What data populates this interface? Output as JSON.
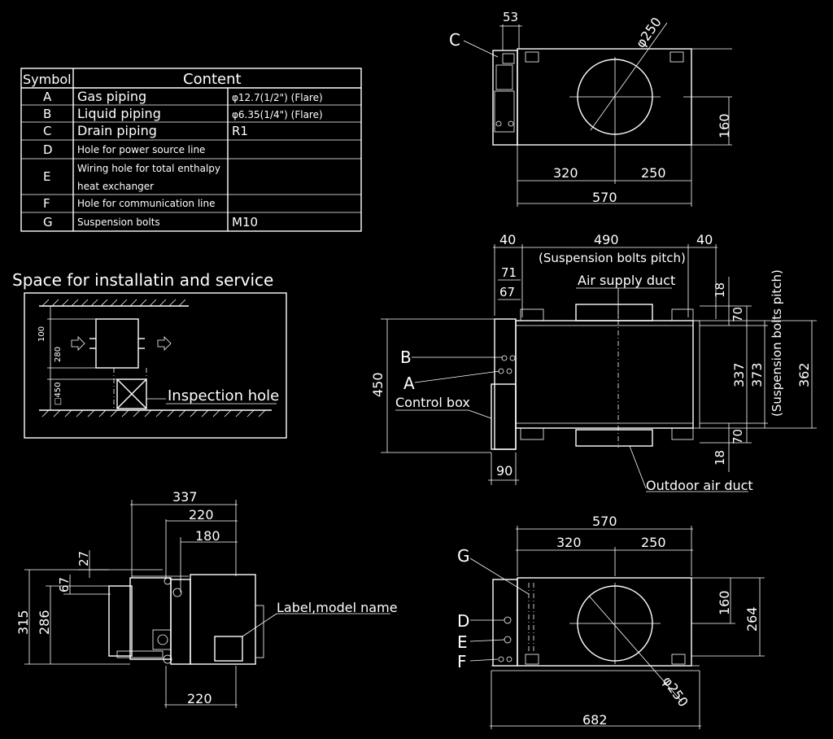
{
  "table": {
    "header": {
      "symbol": "Symbol",
      "content": "Content"
    },
    "rows": [
      {
        "symbol": "A",
        "content": "Gas piping",
        "spec": "φ12.7(1/2\") (Flare)"
      },
      {
        "symbol": "B",
        "content": "Liquid piping",
        "spec": "φ6.35(1/4\") (Flare)"
      },
      {
        "symbol": "C",
        "content": "Drain piping",
        "spec": "R1"
      },
      {
        "symbol": "D",
        "content": "Hole for power source line",
        "spec": ""
      },
      {
        "symbol": "E",
        "content": "Wiring hole for total enthalpy",
        "content2": "heat exchanger",
        "spec": ""
      },
      {
        "symbol": "F",
        "content": "Hole for communication line",
        "spec": ""
      },
      {
        "symbol": "G",
        "content": "Suspension bolts",
        "spec": "M10"
      }
    ]
  },
  "service": {
    "title": "Space for installatin and service",
    "dim_100": "100",
    "dim_280": "280",
    "dim_450": "□450",
    "inspection_label": "Inspection hole"
  },
  "top_view": {
    "label_c": "C",
    "dim_53": "53",
    "dim_dia": "φ250",
    "dim_160": "160",
    "dim_320": "320",
    "dim_250": "250",
    "dim_570": "570"
  },
  "plan_view": {
    "dim_40a": "40",
    "dim_490": "490",
    "dim_40b": "40",
    "pitch_label": "(Suspension bolts pitch)",
    "dim_71": "71",
    "dim_67": "67",
    "air_supply": "Air supply duct",
    "dim_18a": "18",
    "dim_70a": "70",
    "label_b": "B",
    "label_a": "A",
    "control_box": "Control box",
    "dim_450": "450",
    "dim_337": "337",
    "dim_373": "373",
    "pitch_label_v": "(Suspension bolts pitch)",
    "dim_362": "362",
    "dim_18b": "18",
    "dim_70b": "70",
    "dim_90": "90",
    "outdoor_air": "Outdoor air duct"
  },
  "side_view": {
    "dim_337": "337",
    "dim_220a": "220",
    "dim_180": "180",
    "dim_27": "27",
    "dim_67": "67",
    "dim_315": "315",
    "dim_286": "286",
    "label_model": "Label,model name",
    "dim_220b": "220"
  },
  "bottom_view": {
    "dim_570": "570",
    "dim_320": "320",
    "dim_250": "250",
    "label_g": "G",
    "label_d": "D",
    "label_e": "E",
    "label_f": "F",
    "dim_160": "160",
    "dim_264": "264",
    "dim_dia": "φ250",
    "dim_682": "682"
  }
}
